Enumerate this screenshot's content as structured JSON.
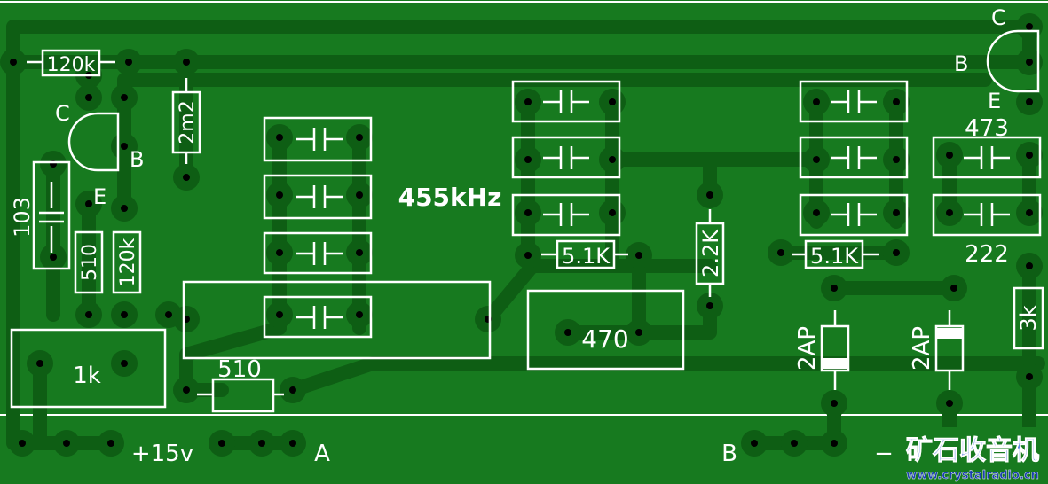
{
  "board": {
    "bg": "#177a1f",
    "trace": "#0e5e14",
    "silk": "#ffffff",
    "pad": "#0e5e14",
    "hole": "#000000"
  },
  "labels": {
    "r_top": "120k",
    "r_2m2": "2m2",
    "t1_c": "C",
    "t1_b": "B",
    "t1_e": "E",
    "c_103": "103",
    "r_510v": "510",
    "r_120kv": "120k",
    "pot_1k": "1k",
    "r_510h": "510",
    "freq": "455kHz",
    "r_51k_a": "5.1K",
    "r_22k": "2.2K",
    "pot_470": "470",
    "r_51k_b": "5.1K",
    "t2_c": "C",
    "t2_b": "B",
    "t2_e": "E",
    "c_473": "473",
    "c_222": "222",
    "r_3k": "3k",
    "d1": "2AP",
    "d2": "2AP",
    "supply": "+15v",
    "out_a": "A",
    "out_b": "B",
    "neg": "−"
  },
  "watermark": {
    "title": "矿石收音机",
    "url": "www.crystalradio.cn",
    "title_color": "#1a4fd6",
    "url_color": "#1a3fb0"
  }
}
